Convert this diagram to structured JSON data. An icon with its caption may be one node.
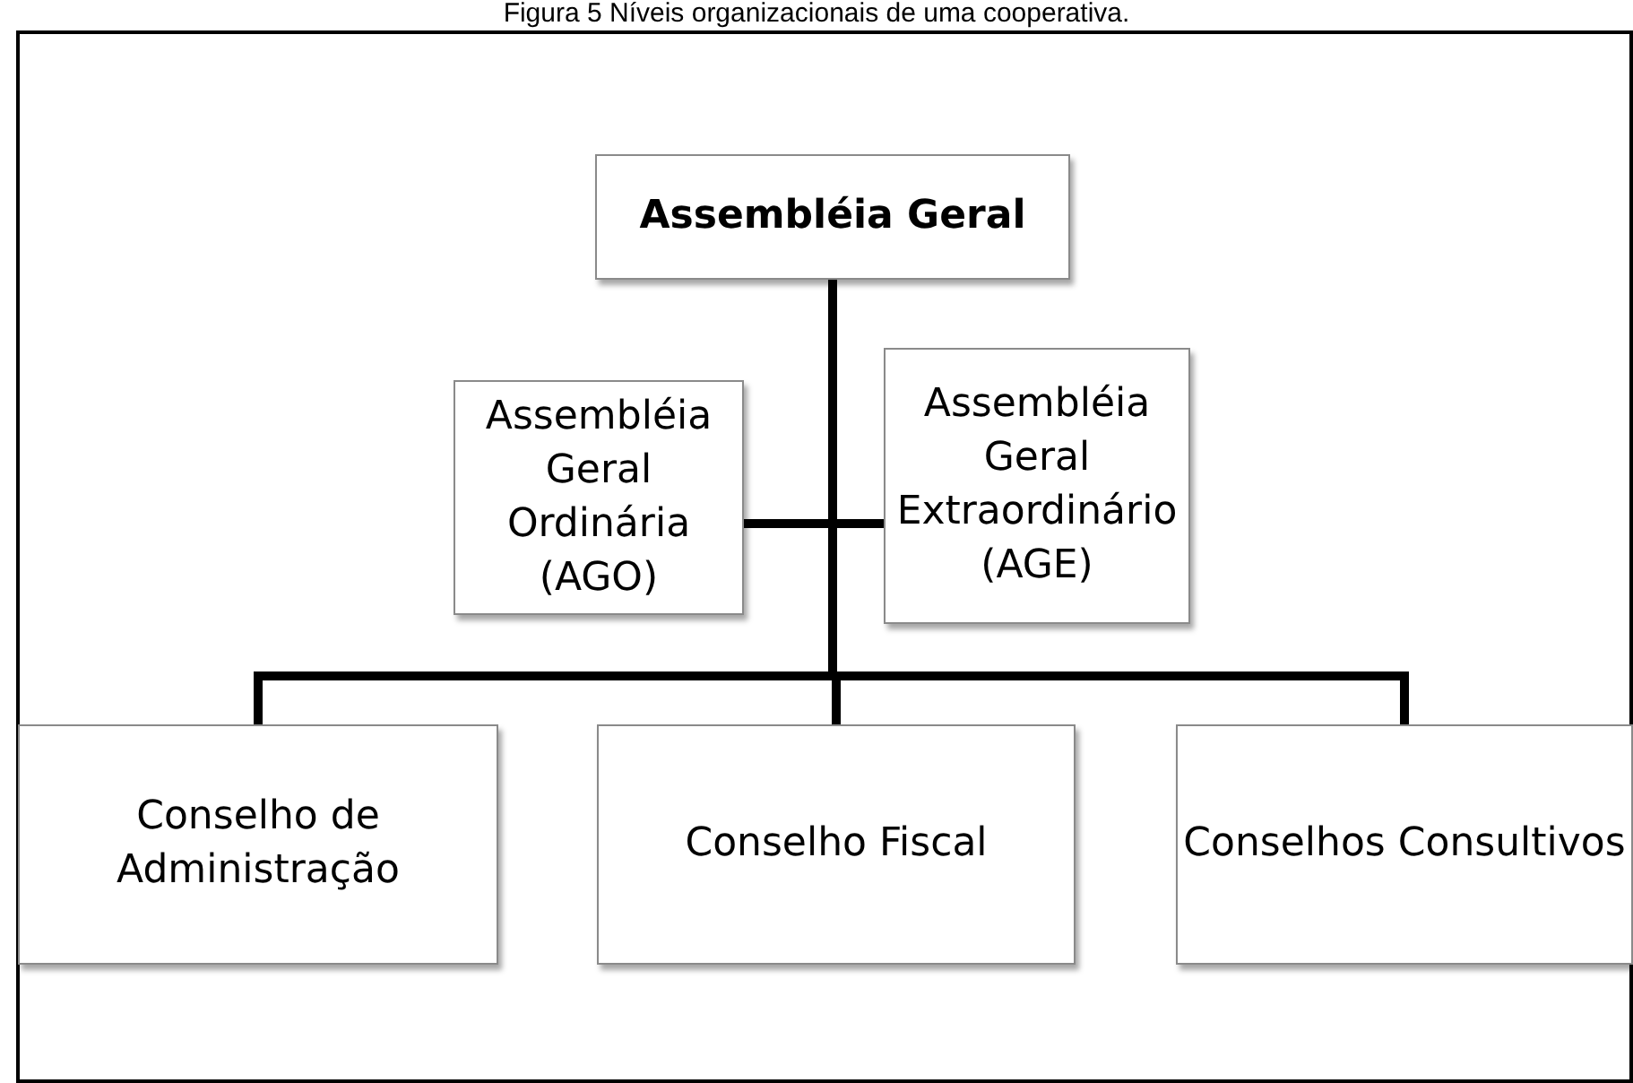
{
  "diagram": {
    "title": "Figura 5 Níveis organizacionais de uma cooperativa.",
    "nodes": [
      {
        "text": [
          "Assembléia Geral"
        ]
      },
      {
        "text": [
          "Assembléia Geral Ordinária (AGO)"
        ]
      },
      {
        "text": [
          "Assembléia Geral Extraordinário (AGE)"
        ]
      },
      {
        "text": [
          "Conselho de Administração"
        ]
      },
      {
        "text": [
          "Conselho Fiscal"
        ]
      },
      {
        "text": [
          "Conselhos Consultivos"
        ]
      }
    ],
    "edges": [
      {
        "from": 0,
        "to": 1,
        "arrow": "none"
      },
      {
        "from": 0,
        "to": 2,
        "arrow": "none"
      },
      {
        "from": 0,
        "to": 3,
        "arrow": "none"
      },
      {
        "from": 0,
        "to": 4,
        "arrow": "none"
      },
      {
        "from": 0,
        "to": 5,
        "arrow": "none"
      }
    ]
  }
}
